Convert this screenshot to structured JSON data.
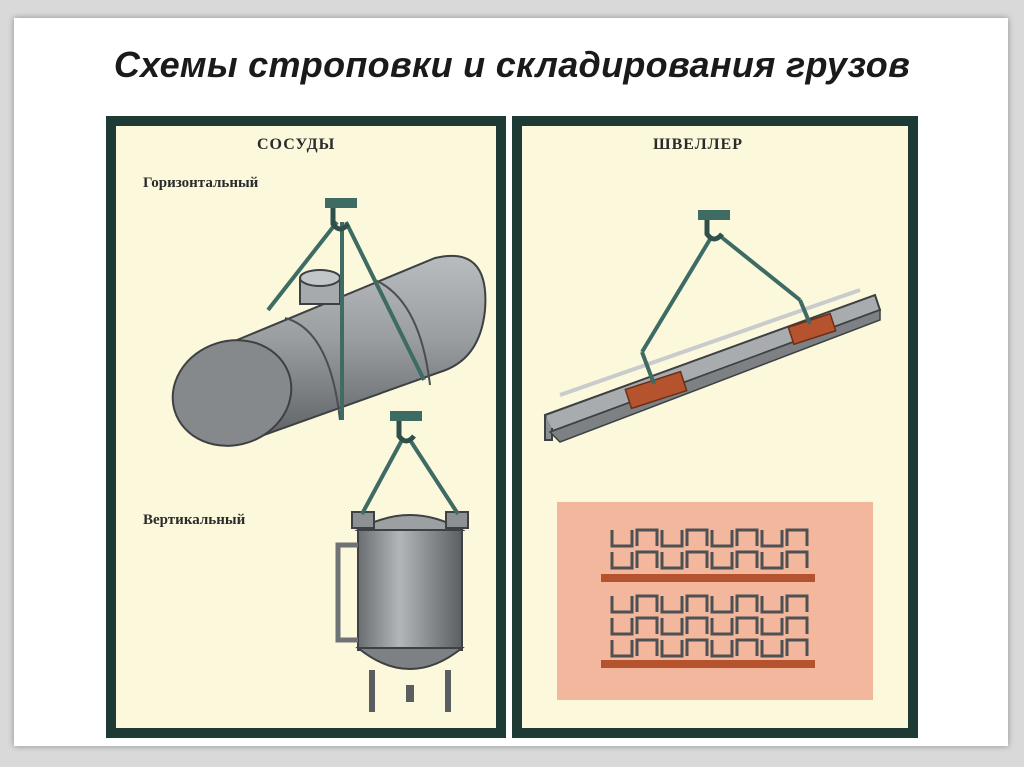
{
  "slide": {
    "title": "Схемы строповки и складирования грузов"
  },
  "left_panel": {
    "heading": "СОСУДЫ",
    "horizontal_label": "Горизонтальный",
    "vertical_label": "Вертикальный"
  },
  "right_panel": {
    "heading": "ШВЕЛЛЕР"
  },
  "colors": {
    "panel_border": "#1e3a34",
    "panel_bg": "#fbf8dc",
    "steel": "#8f9396",
    "steel_dark": "#5f6366",
    "rope": "#3e6b63",
    "wood": "#b5532e",
    "stack_bg": "#f2b79c"
  }
}
